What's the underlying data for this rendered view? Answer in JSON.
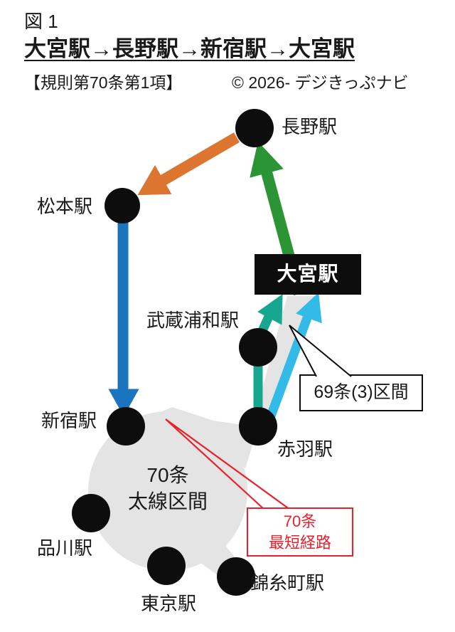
{
  "header": {
    "figure_label": "図 1",
    "title": "大宮駅→長野駅→新宿駅→大宮駅",
    "rule_reference": "【規則第70条第1項】",
    "copyright": "© 2026- デジきっぷナビ"
  },
  "stations": {
    "nagano": "長野駅",
    "matsumoto": "松本駅",
    "omiya": "大宮駅",
    "musashi_urawa": "武蔵浦和駅",
    "shinjuku": "新宿駅",
    "akabane": "赤羽駅",
    "shinagawa": "品川駅",
    "tokyo": "東京駅",
    "kinshicho": "錦糸町駅"
  },
  "annotations": {
    "zone_label_line1": "70条",
    "zone_label_line2": "太線区間",
    "callout_69": "69条(3)区間",
    "callout_70_line1": "70条",
    "callout_70_line2": "最短経路"
  },
  "colors": {
    "orange_route": "#dc7530",
    "blue_route": "#1b74be",
    "green_route": "#2b9535",
    "teal_route": "#17a68f",
    "cyan_route": "#33bbe8",
    "yellow_green_route": "#8fc31e",
    "callout_red": "#e8212c",
    "zone_gray": "#e4e4e4",
    "ink_black": "#0d0d0d"
  }
}
